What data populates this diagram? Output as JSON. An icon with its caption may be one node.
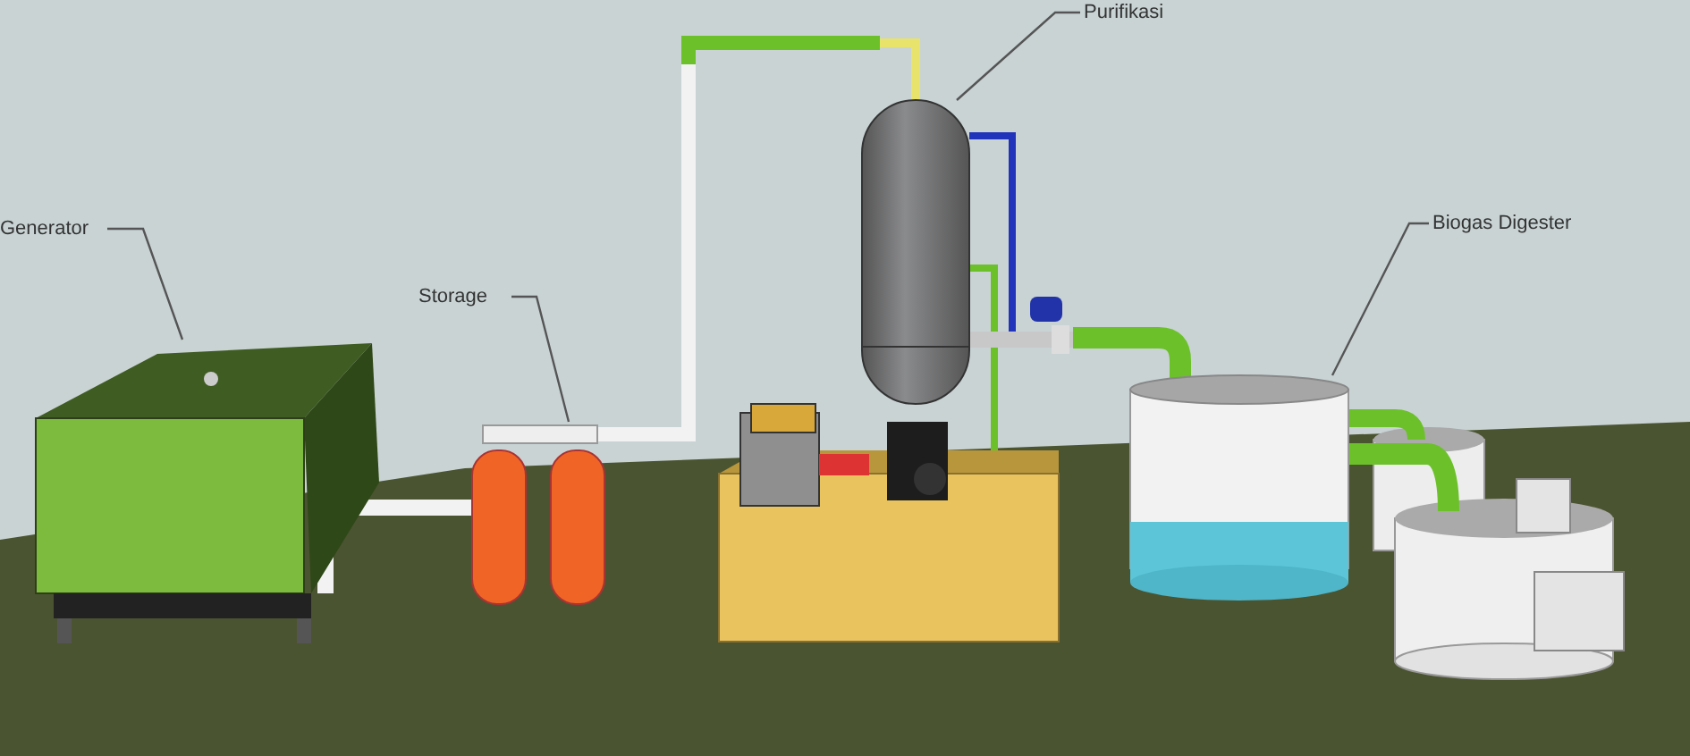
{
  "diagram": {
    "nodes": [
      {
        "text": [
          "Generator"
        ]
      },
      {
        "text": [],
        "shape": "picture"
      },
      {
        "text": [
          "Storage"
        ]
      },
      {
        "text": [],
        "shape": "picture"
      },
      {
        "text": [
          "Purifikasi"
        ]
      },
      {
        "text": [],
        "shape": "picture"
      },
      {
        "text": [
          "Biogas Digester"
        ]
      },
      {
        "text": [],
        "shape": "cylinder"
      }
    ],
    "edges": [
      {
        "from": 0,
        "to": 1,
        "arrow": "none"
      },
      {
        "from": 2,
        "to": 3,
        "arrow": "none"
      },
      {
        "from": 4,
        "to": 5,
        "arrow": "none"
      },
      {
        "from": 6,
        "to": 7,
        "arrow": "none"
      }
    ]
  }
}
